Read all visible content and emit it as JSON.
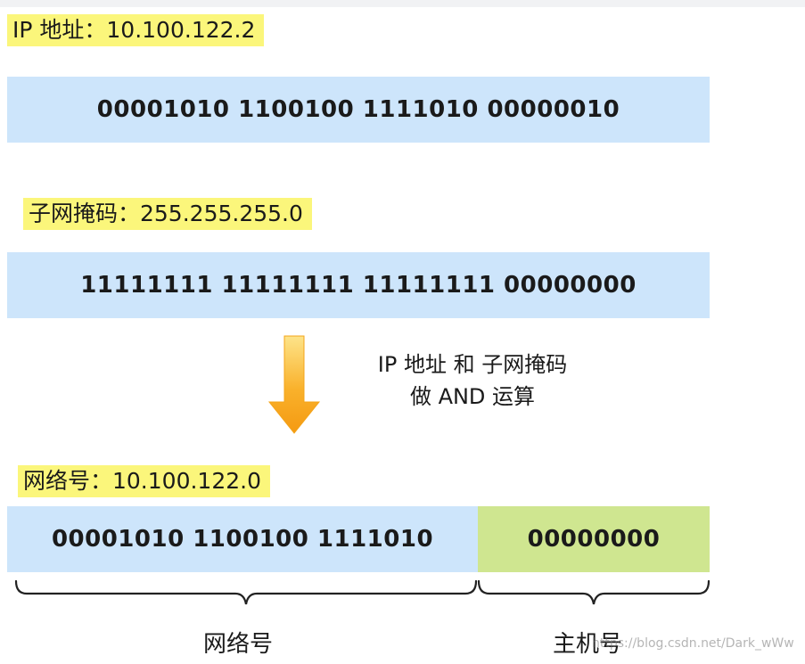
{
  "ip": {
    "label": "IP 地址：10.100.122.2",
    "binary": "00001010 1100100 1111010 00000010"
  },
  "mask": {
    "label": "子网掩码：255.255.255.0",
    "binary": "11111111 11111111 11111111 00000000"
  },
  "operation": {
    "line1": "IP 地址 和 子网掩码",
    "line2": "做 AND 运算",
    "arrow_icon": "down-arrow-icon"
  },
  "network": {
    "label": "网络号：10.100.122.0",
    "network_bits": "00001010 1100100 1111010",
    "host_bits": "00000000",
    "network_brace_label": "网络号",
    "host_brace_label": "主机号"
  },
  "watermark": "https://blog.csdn.net/Dark_wWw",
  "colors": {
    "highlight": "#fbf67b",
    "blue_band": "#cde5fb",
    "green_band": "#cfe690",
    "arrow": "#f8a71b"
  }
}
